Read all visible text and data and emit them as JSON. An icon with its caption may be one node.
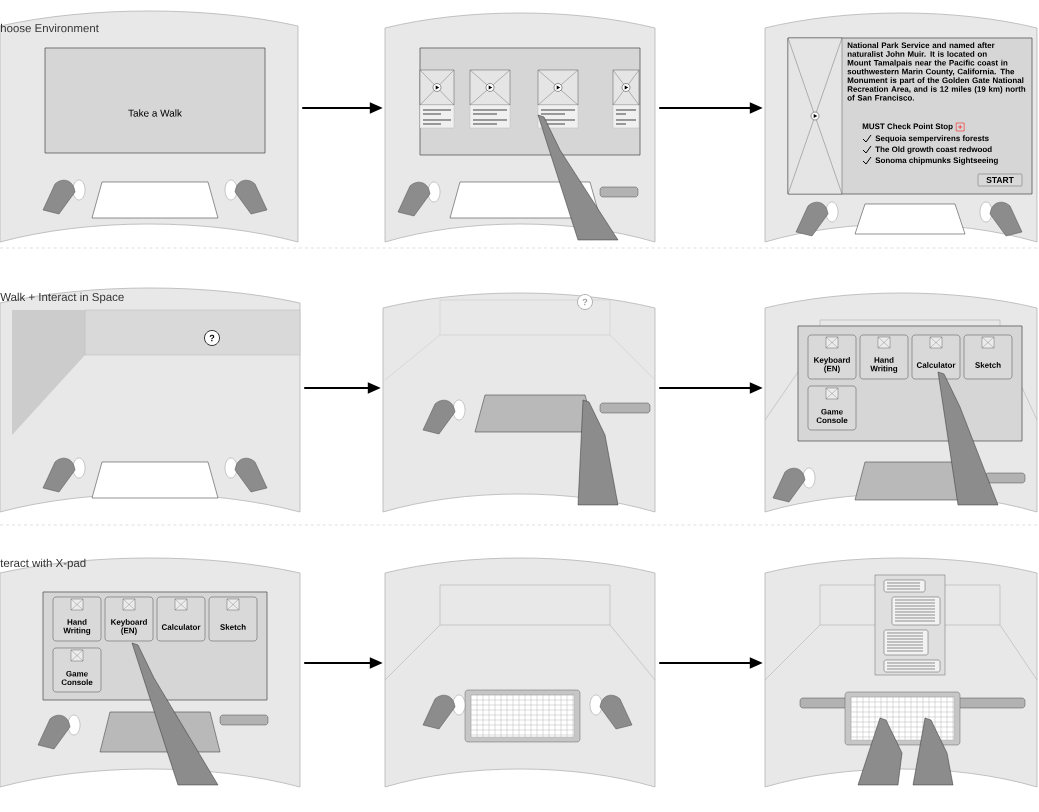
{
  "diagram": {
    "nodes": [
      {
        "text": [
          "Take a Walk"
        ]
      },
      {
        "text": [],
        "shape": "picture"
      },
      {
        "text": [
          "National Park Service and named after naturalist John Muir. It is located on Mount Tamalpais near the Pacific coast in southwestern Marin County, California. The Monument is part of the Golden Gate National Recreation Area, and is 12 miles (19 km) north of San Francisco.",
          "MUST Check Point Stop",
          "Sequoia sempervirens forests",
          "The Old growth coast redwood",
          "Sonoma chipmunks Sightseeing",
          "START"
        ]
      },
      {
        "text": [
          "?"
        ]
      },
      {
        "text": [
          "?"
        ]
      },
      {
        "text": [
          "Keyboard (EN)",
          "Hand Writing",
          "Calculator",
          "Sketch",
          "Game Console"
        ]
      },
      {
        "text": [
          "Hand Writing",
          "Keyboard (EN)",
          "Calculator",
          "Sketch",
          "Game Console"
        ]
      },
      {
        "text": [],
        "shape": "picture"
      },
      {
        "text": [],
        "shape": "picture"
      }
    ],
    "edges": [
      {
        "from": 0,
        "to": 1,
        "arrow": "to"
      },
      {
        "from": 1,
        "to": 2,
        "arrow": "to"
      },
      {
        "from": 3,
        "to": 4,
        "arrow": "to"
      },
      {
        "from": 4,
        "to": 5,
        "arrow": "to"
      },
      {
        "from": 6,
        "to": 7,
        "arrow": "to"
      },
      {
        "from": 7,
        "to": 8,
        "arrow": "to"
      }
    ],
    "labels": [
      "hoose Environment",
      "Walk + Interact in Space",
      "teract with X-pad"
    ]
  }
}
